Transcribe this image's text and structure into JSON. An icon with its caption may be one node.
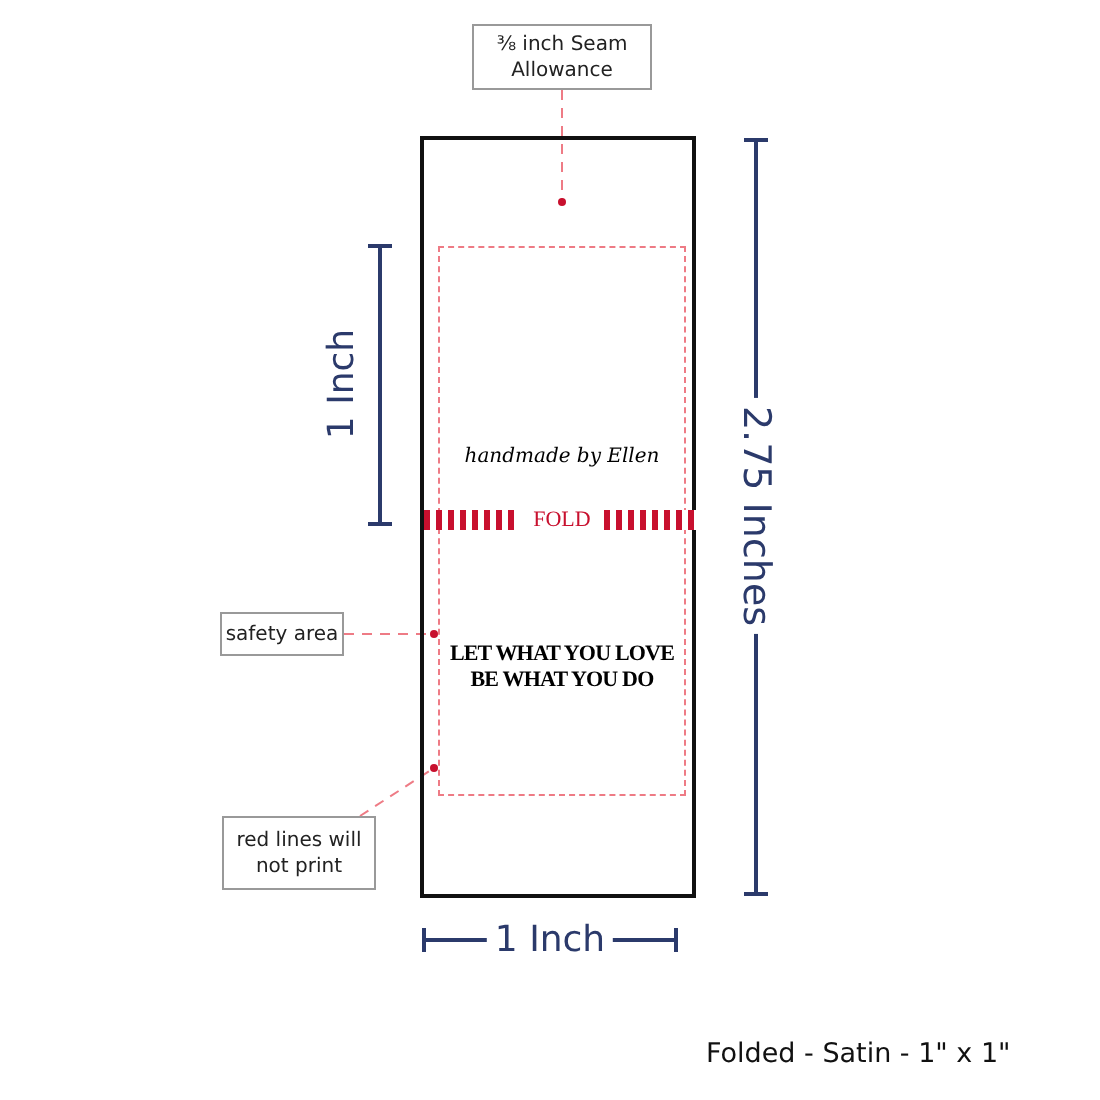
{
  "diagram": {
    "nodes": [
      {
        "text": [
          "⅜ inch Seam Allowance"
        ]
      },
      {
        "text": [],
        "shape": "box"
      },
      {
        "text": [
          "handmade by Ellen",
          "LET WHAT YOU LOVE BE WHAT YOU DO"
        ],
        "in": 1
      },
      {
        "text": [
          "FOLD"
        ],
        "in": 1
      },
      {
        "text": [
          "safety area"
        ]
      },
      {
        "text": [
          "red lines will not print"
        ]
      }
    ],
    "edges": [
      {
        "from": 0,
        "to": 1,
        "arrow": "other",
        "style": "dashed"
      },
      {
        "from": 4,
        "to": 2,
        "arrow": "other",
        "style": "dashed"
      },
      {
        "from": 5,
        "to": 2,
        "arrow": "other",
        "style": "dashed"
      }
    ],
    "labels": [
      "1 Inch",
      "2.75 Inches",
      "1 Inch",
      "Folded - Satin - 1\" x 1\""
    ]
  }
}
